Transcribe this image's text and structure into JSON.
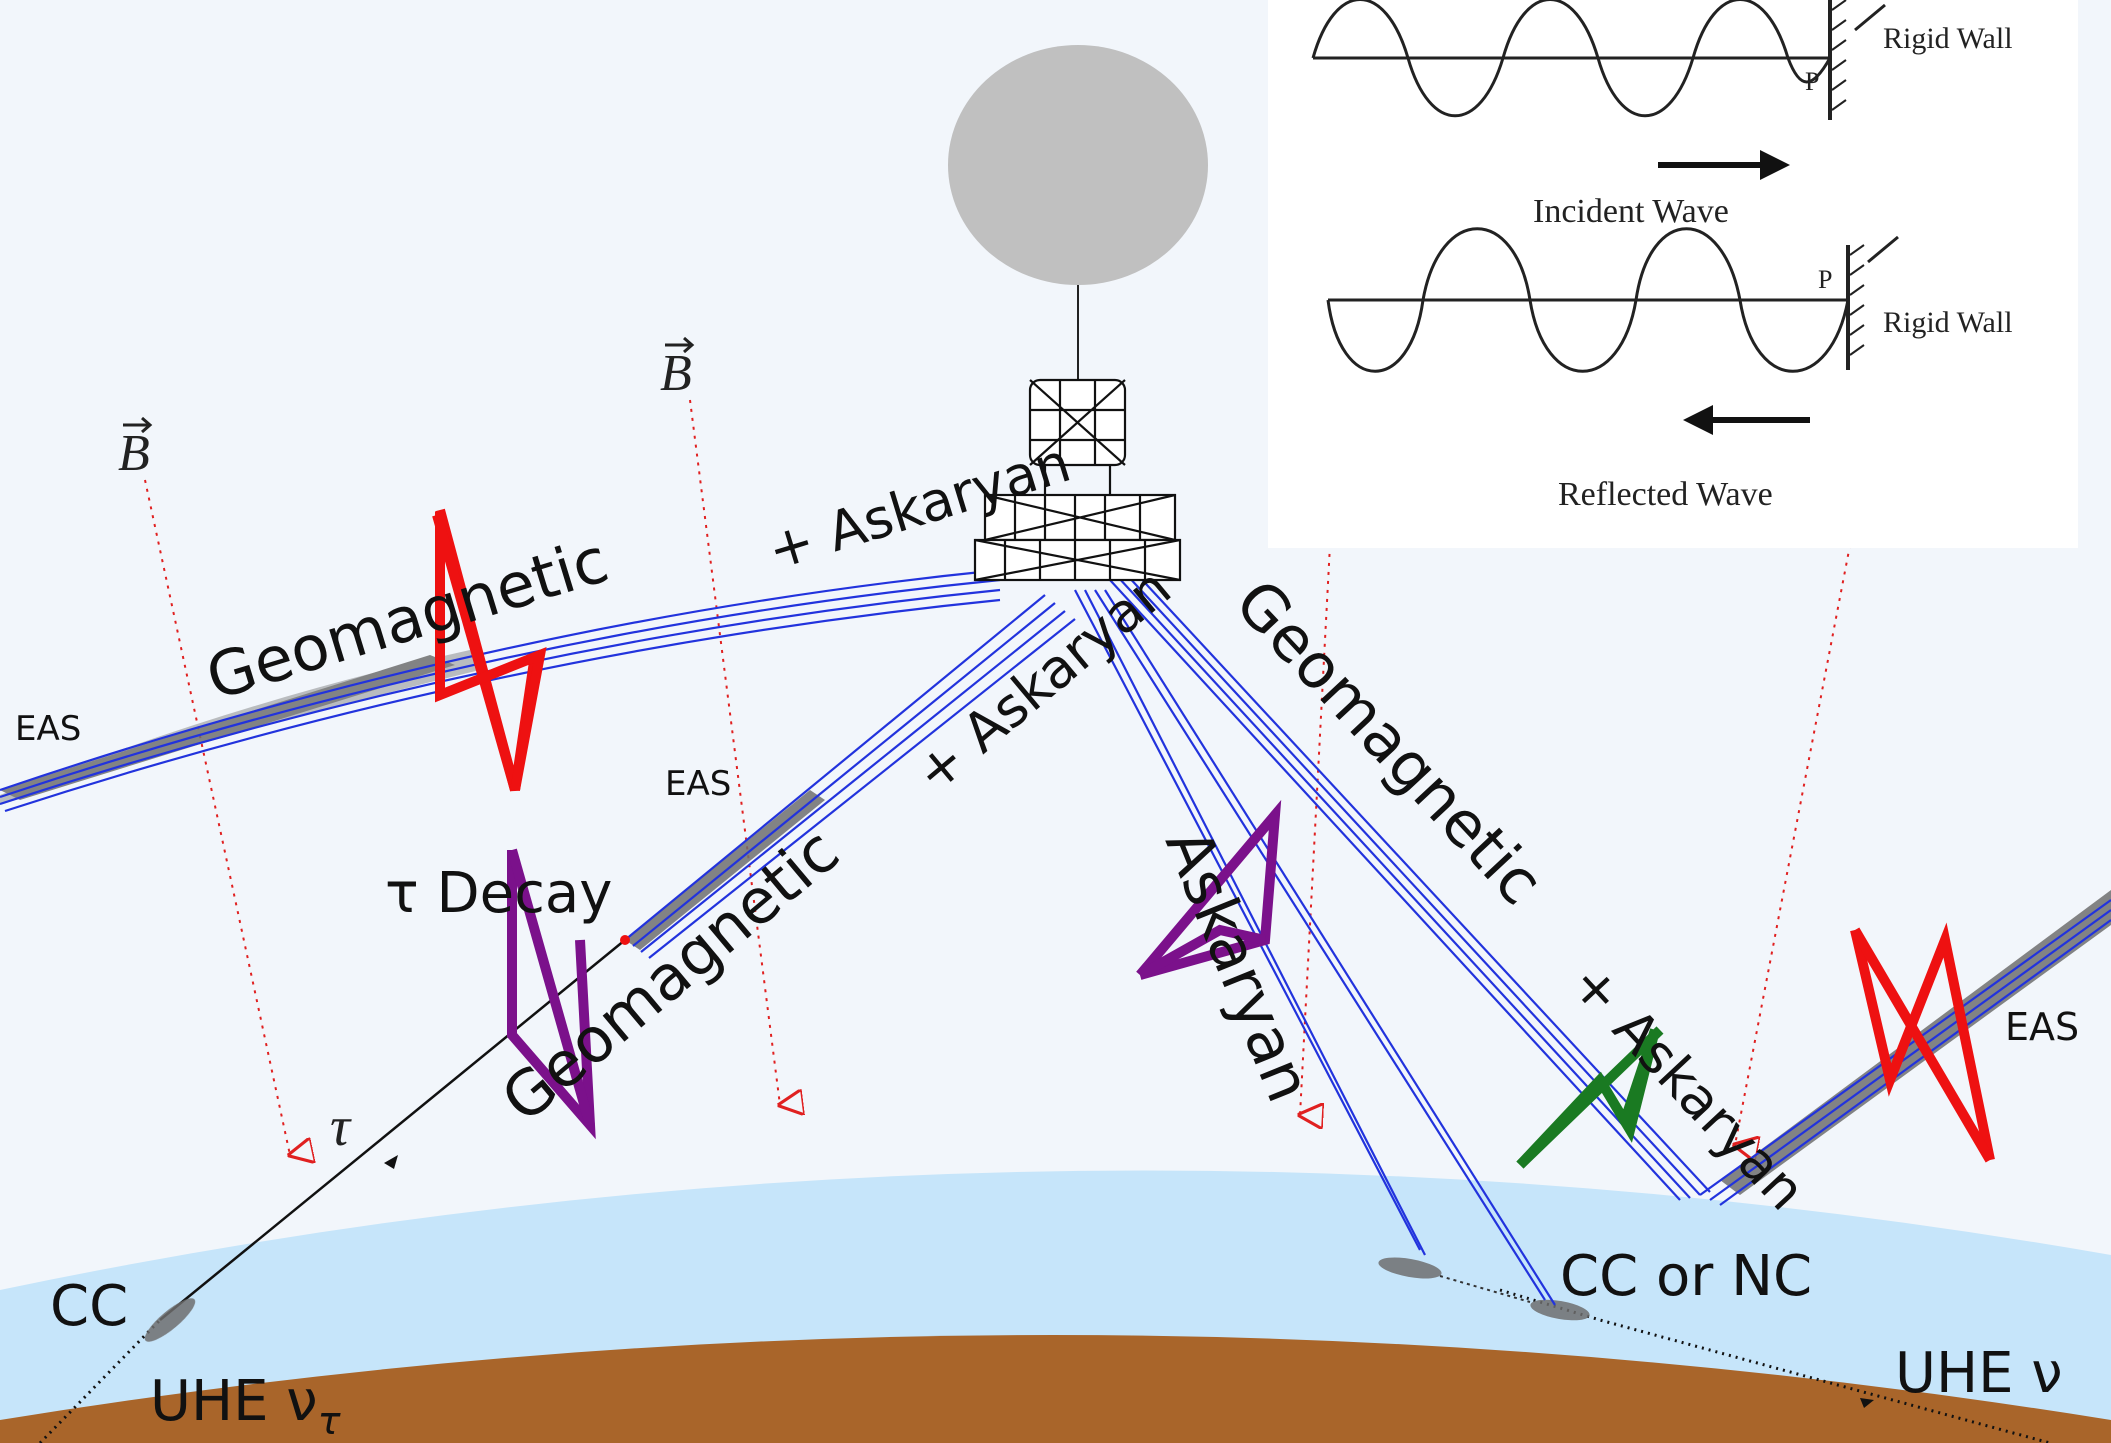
{
  "labels": {
    "eas_left": "EAS",
    "eas_mid": "EAS",
    "eas_right": "EAS",
    "b_field_1": "B",
    "b_field_2": "B",
    "geomagnetic_1": "Geomagnetic",
    "askaryan_1": "+ Askaryan",
    "geomagnetic_2": "Geomagnetic",
    "askaryan_2": "+ Askaryan",
    "geomagnetic_3": "Geomagnetic",
    "askaryan_3": "+ Askaryan",
    "askaryan_only": "Askaryan",
    "tau_decay": "τ Decay",
    "tau": "τ",
    "cc": "CC",
    "cc_or_nc": "CC or NC",
    "uhe_nu_tau": "UHE ν",
    "uhe_nu_tau_sub": "τ",
    "uhe_nu": "UHE ν"
  },
  "inset": {
    "rigid_wall_top": "Rigid Wall",
    "rigid_wall_bottom": "Rigid  Wall",
    "p_top": "P",
    "p_bottom": "P",
    "incident_wave": "Incident Wave",
    "reflected_wave": "Reflected Wave"
  },
  "colors": {
    "sky": "#f2f6fb",
    "ice": "#c6e5fa",
    "ground": "#a9652a",
    "radio": "#2233dd",
    "geomagnetic_pulse": "#ee1111",
    "askaryan_pulse": "#7b118b",
    "mixed_pulse": "#1a7a22",
    "balloon": "#c0c0c0",
    "b_field": "#e02020"
  }
}
